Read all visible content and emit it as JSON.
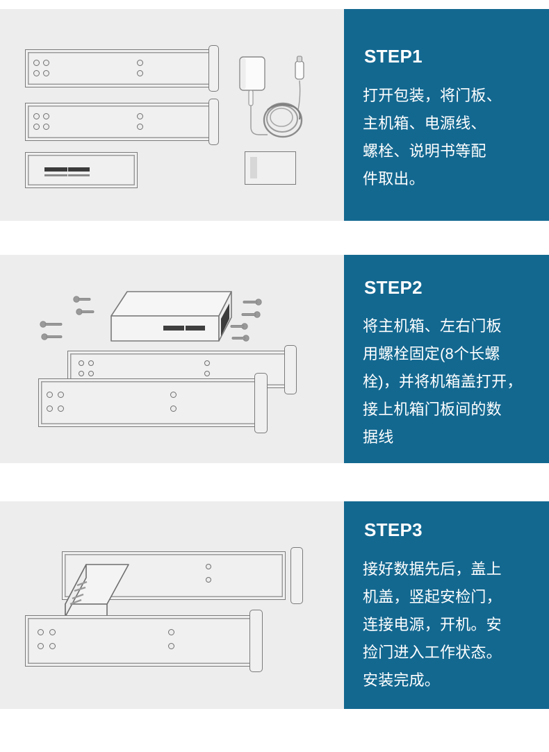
{
  "document": {
    "kind": "product-installation-steps-infographic",
    "background_color": "#ffffff",
    "panel_background_color": "#ededed",
    "accent_color": "#136890",
    "text_color": "#ffffff"
  },
  "steps": [
    {
      "id": "step1",
      "heading": "STEP1",
      "body_lines": [
        "打开包装，将门板、",
        "主机箱、电源线、",
        "螺栓、说明书等配",
        "件取出。"
      ],
      "illustration": {
        "name": "unboxed-parts-illustration",
        "parts": [
          "door-panel-top",
          "door-panel-bottom",
          "main-chassis",
          "power-adapter",
          "power-cable-coil",
          "manual-booklet"
        ]
      }
    },
    {
      "id": "step2",
      "heading": "STEP2",
      "body_lines": [
        "将主机箱、左右门板",
        "用螺栓固定(8个长螺",
        "栓)，并将机箱盖打开，",
        "接上机箱门板间的数",
        "据线"
      ],
      "illustration": {
        "name": "chassis-and-panels-assembly-illustration",
        "parts": [
          "main-chassis-3d",
          "screw-left-1",
          "screw-left-2",
          "screw-left-3",
          "screw-left-4",
          "screw-right-1",
          "screw-right-2",
          "screw-right-3",
          "screw-right-4",
          "door-panel-rear",
          "door-panel-front"
        ],
        "screw_count": 8
      }
    },
    {
      "id": "step3",
      "heading": "STEP3",
      "body_lines": [
        "接好数据先后，盖上",
        "机盖，竖起安检门，",
        "连接电源，开机。安",
        "捡门进入工作状态。",
        "安装完成。"
      ],
      "illustration": {
        "name": "finished-assembly-illustration",
        "parts": [
          "door-panel-rear",
          "door-panel-front",
          "main-chassis-tilted",
          "end-cap-rear",
          "end-cap-front"
        ]
      }
    }
  ]
}
